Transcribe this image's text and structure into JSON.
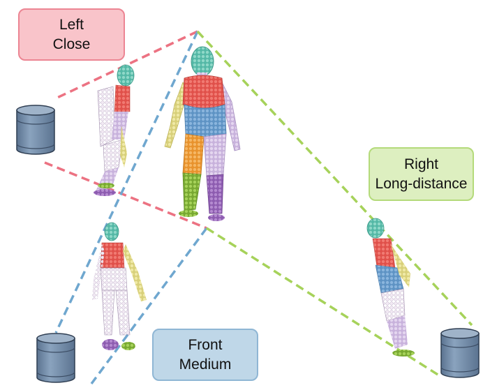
{
  "colors": {
    "left": "#ec7282",
    "front": "#6fa7cf",
    "right": "#a6d25a",
    "left_box_fill": "#f9c4ca",
    "left_box_stroke": "#ec8593",
    "front_box_fill": "#bfd7e8",
    "front_box_stroke": "#8fb6d4",
    "right_box_fill": "#ddefc0",
    "right_box_stroke": "#b4da7a",
    "camera": "#6f8aa8"
  },
  "views": {
    "left": {
      "line1": "Left",
      "line2": "Close"
    },
    "front": {
      "line1": "Front",
      "line2": "Medium"
    },
    "right": {
      "line1": "Right",
      "line2": "Long-distance"
    }
  },
  "icons": [
    "camera-icon",
    "human-point-cloud-icon"
  ]
}
